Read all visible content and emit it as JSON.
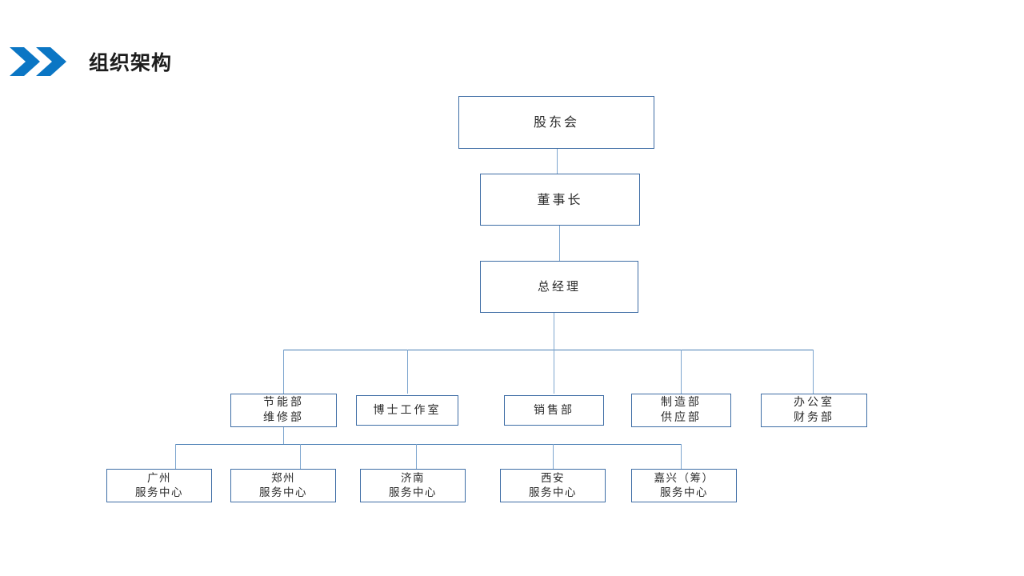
{
  "header": {
    "title": "组织架构",
    "chevron_icon": "double-chevron-right-icon",
    "accent_color": "#0b76c4"
  },
  "theme": {
    "background": "#ffffff",
    "box_border": "#3e6da5",
    "connector": "#7ea6cf",
    "text": "#2b2b2b"
  },
  "chart_data": {
    "type": "diagram",
    "title": "组织架构",
    "orientation": "top-down",
    "levels": [
      {
        "level": 1,
        "nodes": [
          {
            "id": "shareholders",
            "line1": "股东会",
            "line2": ""
          }
        ]
      },
      {
        "level": 2,
        "nodes": [
          {
            "id": "chairman",
            "line1": "董事长",
            "line2": ""
          }
        ]
      },
      {
        "level": 3,
        "nodes": [
          {
            "id": "general-manager",
            "line1": "总经理",
            "line2": ""
          }
        ]
      },
      {
        "level": 4,
        "nodes": [
          {
            "id": "energy-maintenance",
            "line1": "节能部",
            "line2": "维修部"
          },
          {
            "id": "doctor-studio",
            "line1": "博士工作室",
            "line2": ""
          },
          {
            "id": "sales",
            "line1": "销售部",
            "line2": ""
          },
          {
            "id": "manufacture-supply",
            "line1": "制造部",
            "line2": "供应部"
          },
          {
            "id": "office-finance",
            "line1": "办公室",
            "line2": "财务部"
          }
        ]
      },
      {
        "level": 5,
        "nodes": [
          {
            "id": "guangzhou-center",
            "line1": "广州",
            "line2": "服务中心"
          },
          {
            "id": "zhengzhou-center",
            "line1": "郑州",
            "line2": "服务中心"
          },
          {
            "id": "jinan-center",
            "line1": "济南",
            "line2": "服务中心"
          },
          {
            "id": "xian-center",
            "line1": "西安",
            "line2": "服务中心"
          },
          {
            "id": "jiaxing-center",
            "line1": "嘉兴（筹）",
            "line2": "服务中心"
          }
        ]
      }
    ],
    "edges": [
      {
        "from": "shareholders",
        "to": "chairman"
      },
      {
        "from": "chairman",
        "to": "general-manager"
      },
      {
        "from": "general-manager",
        "to": "energy-maintenance"
      },
      {
        "from": "general-manager",
        "to": "doctor-studio"
      },
      {
        "from": "general-manager",
        "to": "sales"
      },
      {
        "from": "general-manager",
        "to": "manufacture-supply"
      },
      {
        "from": "general-manager",
        "to": "office-finance"
      },
      {
        "from": "energy-maintenance",
        "to": "guangzhou-center"
      },
      {
        "from": "energy-maintenance",
        "to": "zhengzhou-center"
      },
      {
        "from": "energy-maintenance",
        "to": "jinan-center"
      },
      {
        "from": "energy-maintenance",
        "to": "xian-center"
      },
      {
        "from": "energy-maintenance",
        "to": "jiaxing-center"
      }
    ]
  }
}
